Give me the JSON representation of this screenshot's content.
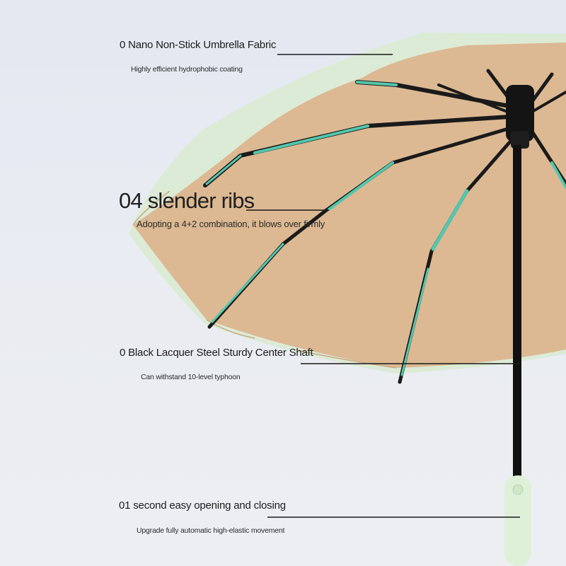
{
  "colors": {
    "background_top": "#e3e8f1",
    "background_bottom": "#edeef2",
    "canopy_outer": "#dcebd6",
    "canopy_inner": "#dcb993",
    "rib_accent": "#52c7ad",
    "rib_dark": "#1a1a1a",
    "shaft": "#111111",
    "handle": "#dff0d9",
    "leader_line": "#1a1a1a"
  },
  "features": [
    {
      "title": "0 Nano Non-Stick Umbrella Fabric",
      "subtitle": "Highly efficient hydrophobic coating"
    },
    {
      "title": "04 slender ribs",
      "subtitle": "Adopting a 4+2 combination, it blows over firmly"
    },
    {
      "title": "0 Black Lacquer Steel Sturdy Center Shaft",
      "subtitle": "Can withstand 10-level typhoon"
    },
    {
      "title": "01 second easy opening and closing",
      "subtitle": "Upgrade fully automatic high-elastic movement"
    }
  ]
}
